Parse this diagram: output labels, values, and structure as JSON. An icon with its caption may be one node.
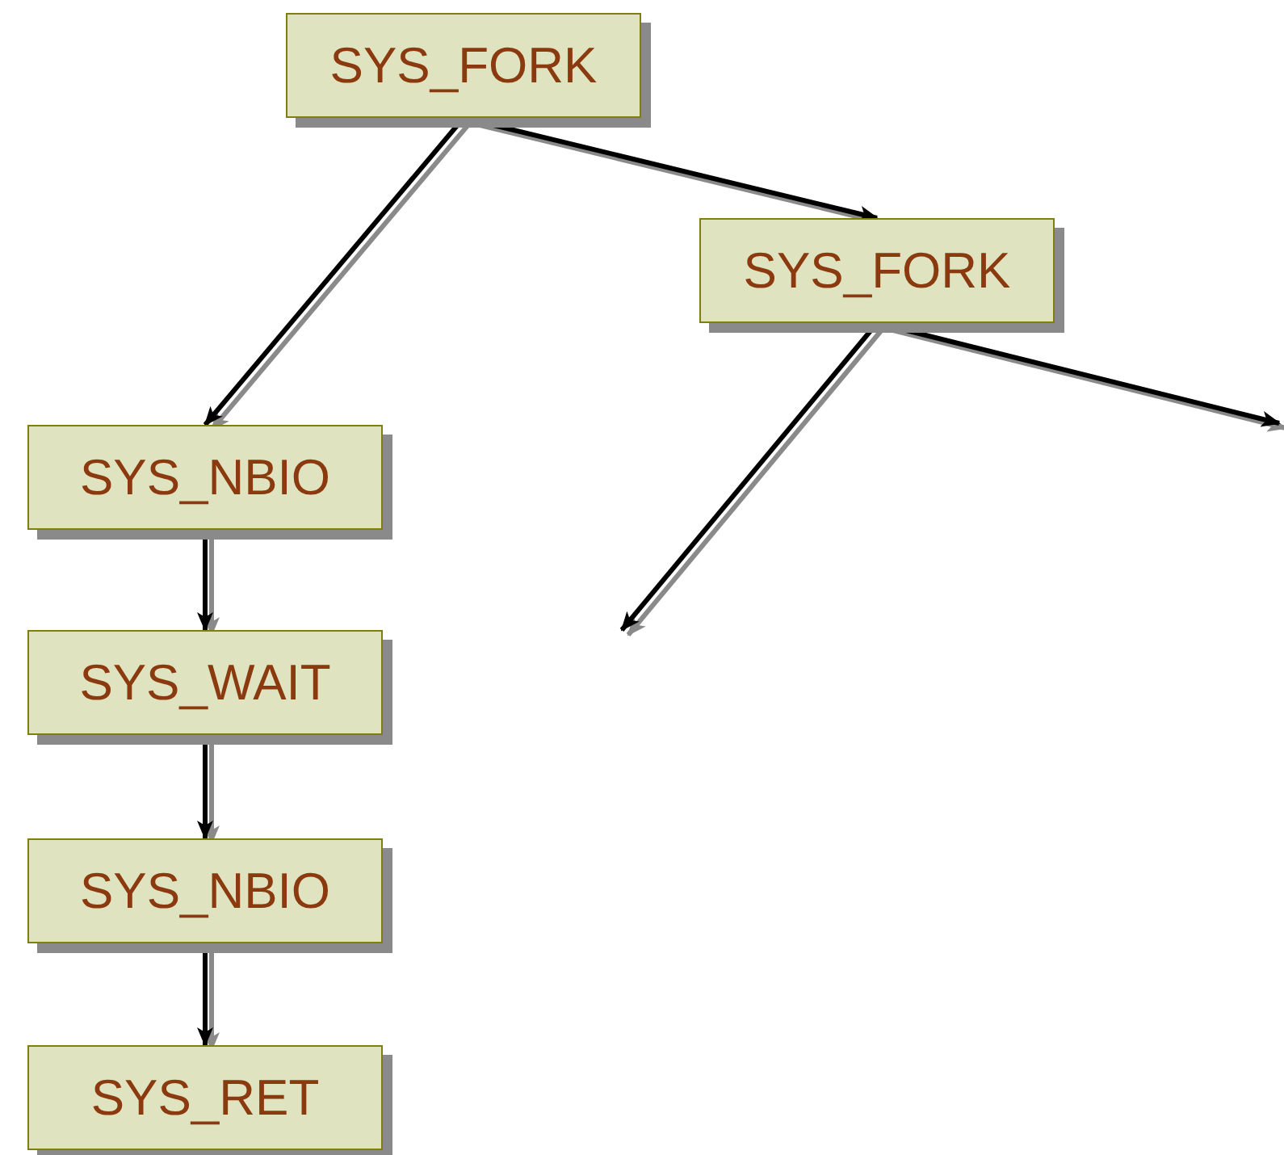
{
  "diagram": {
    "nodes": [
      {
        "text": [
          "SYS_FORK"
        ]
      },
      {
        "text": [
          "SYS_FORK"
        ]
      },
      {
        "text": [
          "SYS_NBIO"
        ]
      },
      {
        "text": [
          "SYS_WAIT"
        ]
      },
      {
        "text": [
          "SYS_NBIO"
        ]
      },
      {
        "text": [
          "SYS_RET"
        ]
      }
    ],
    "edges": [
      {
        "from": 0,
        "to": 2,
        "arrow": "to"
      },
      {
        "from": 0,
        "to": 1,
        "arrow": "to"
      },
      {
        "from": 1,
        "to": null,
        "arrow": "to"
      },
      {
        "from": 1,
        "to": null,
        "arrow": "to"
      },
      {
        "from": 2,
        "to": 3,
        "arrow": "to"
      },
      {
        "from": 3,
        "to": 4,
        "arrow": "to"
      },
      {
        "from": 4,
        "to": 5,
        "arrow": "to"
      }
    ]
  }
}
